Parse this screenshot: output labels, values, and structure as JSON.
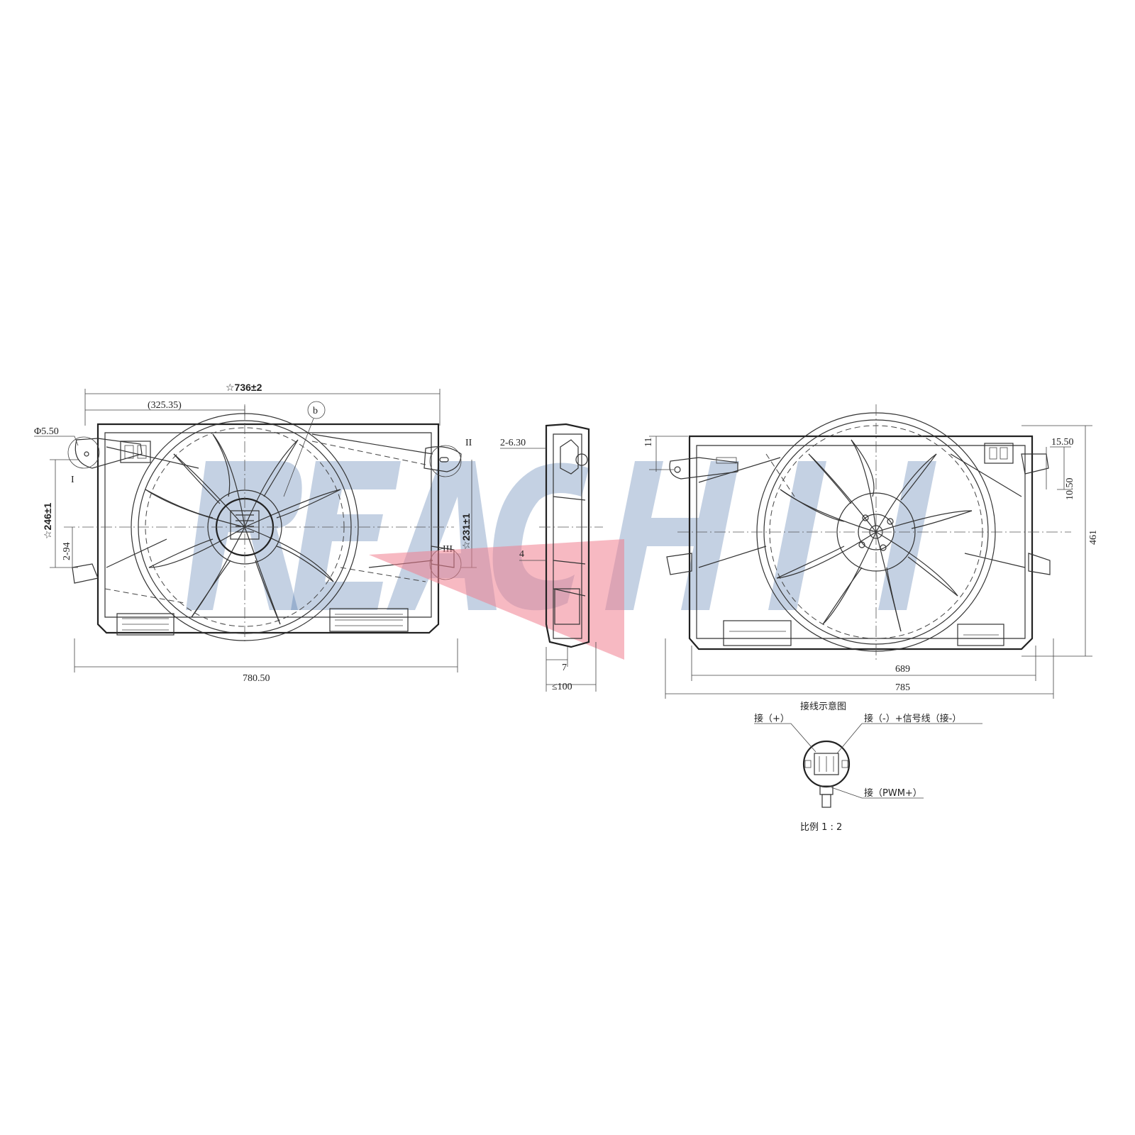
{
  "watermark": {
    "text": "REACH",
    "color": "#2a5a9a"
  },
  "accent_colors": {
    "detail_callout": "#f08090",
    "line": "#333333"
  },
  "front_view": {
    "overall_width": "☆736±2",
    "hub_offset": "(325.35)",
    "hole_diameter": "Φ5.50",
    "height_left": "☆246±1",
    "height_right": "☆231±1",
    "low_dim": "2-94",
    "base_width": "780.50",
    "detail_I": "I",
    "detail_II": "II",
    "detail_III": "III",
    "balloon_b": "b"
  },
  "side_view": {
    "holes": "2-6.30",
    "offset": "4",
    "thickness": "7",
    "max_depth": "≤100"
  },
  "rear_view": {
    "top_dim": "11",
    "right_top": "15.50",
    "right_side": "10.50",
    "height": "461",
    "inner_width": "689",
    "outer_width": "785"
  },
  "wiring": {
    "title": "接线示意图",
    "label_pos": "接（+）",
    "label_neg": "接（-）+信号线（接-）",
    "label_pwm": "接（PWM+）",
    "scale": "比例 1 : 2"
  }
}
